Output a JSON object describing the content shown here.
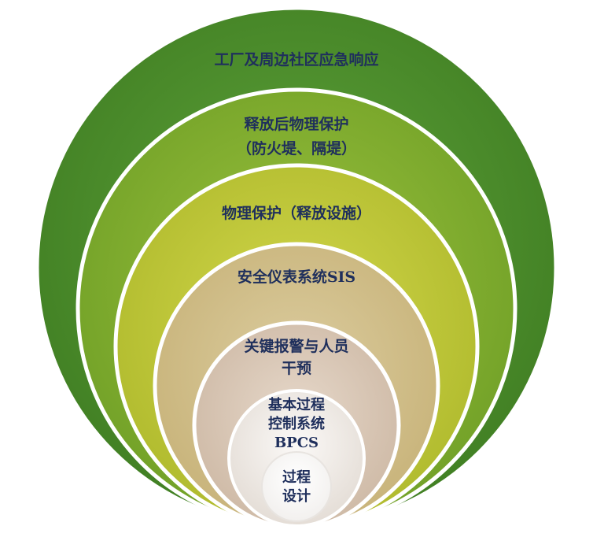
{
  "layers": [
    {
      "id": "emergency-response",
      "lines": [
        "工厂及周边社区应急响应"
      ],
      "color": "#4a8c2a"
    },
    {
      "id": "post-release-protection",
      "lines": [
        "释放后物理保护",
        "（防火堤、隔堤）"
      ],
      "color": "#7fae2e"
    },
    {
      "id": "physical-protection",
      "lines": [
        "物理保护（释放设施）"
      ],
      "color": "#bcc838"
    },
    {
      "id": "sis",
      "lines": [
        "安全仪表系统SIS"
      ],
      "color": "#d2bf8a"
    },
    {
      "id": "alarm-intervention",
      "lines": [
        "关键报警与人员",
        "干预"
      ],
      "color": "#d8c5b3"
    },
    {
      "id": "bpcs",
      "lines": [
        "基本过程",
        "控制系统",
        "BPCS"
      ],
      "color": "#efebe8"
    },
    {
      "id": "process-design",
      "lines": [
        "过程",
        "设计"
      ],
      "color": "#ffffff"
    }
  ]
}
